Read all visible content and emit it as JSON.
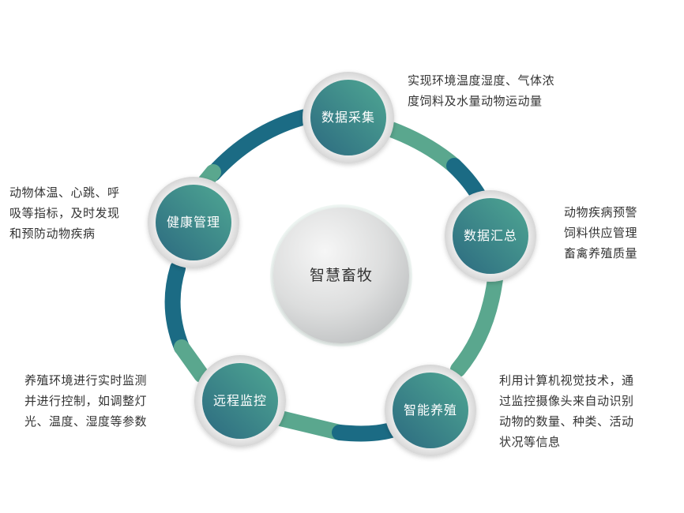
{
  "colors": {
    "dark_teal": "#1b6b84",
    "light_teal": "#5aa78e",
    "node_dark": "#2a6f80",
    "node_light": "#4aa391",
    "center_gray": "#d8d9da"
  },
  "center": {
    "label": "智慧畜牧"
  },
  "nodes": [
    {
      "label": "数据采集",
      "description": [
        "实现环境温度湿度、气体浓",
        "度饲料及水量动物运动量"
      ]
    },
    {
      "label": "数据汇总",
      "description": [
        "动物疾病预警",
        "饲料供应管理",
        "畜禽养殖质量"
      ]
    },
    {
      "label": "智能养殖",
      "description": [
        "利用计算机视觉技术，通",
        "过监控摄像头来自动识别",
        "动物的数量、种类、活动",
        "状况等信息"
      ]
    },
    {
      "label": "远程监控",
      "description": [
        "养殖环境进行实时监测",
        "并进行控制，如调整灯",
        "光、温度、湿度等参数"
      ]
    },
    {
      "label": "健康管理",
      "description": [
        "动物体温、心跳、呼",
        "吸等指标，及时发现",
        "和预防动物疾病"
      ]
    }
  ]
}
